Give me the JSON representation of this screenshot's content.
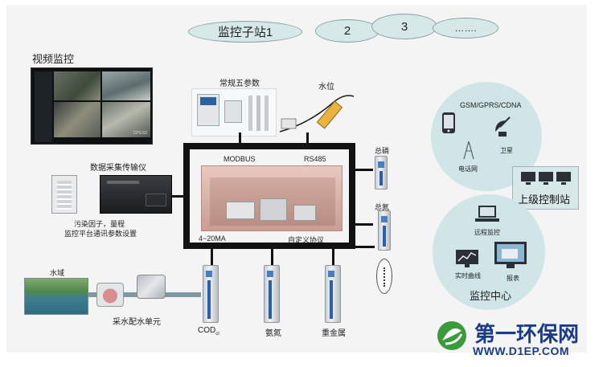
{
  "substations": [
    "监控子站1",
    "2",
    "3",
    "……."
  ],
  "video": {
    "title": "视频监控",
    "screen_tag": "CPS-03"
  },
  "sensors": {
    "params_label": "常规五参数",
    "water_level_label": "水位"
  },
  "protocols": {
    "modbus": "MODBUS",
    "rs485": "RS485",
    "analog": "4~20MA",
    "custom": "自定义协议"
  },
  "daq": {
    "title": "数据采集传输仪",
    "caption_line1": "污染因子，量程",
    "caption_line2": "监控平台通讯参数设置"
  },
  "right_analyzers": [
    "总磷",
    "总氮"
  ],
  "bottom_analyzers": [
    "COD",
    "氨氮",
    "重金属"
  ],
  "cod_subscript": "cr",
  "water": {
    "area_label": "水域",
    "unit_label": "采水配水单元"
  },
  "network": {
    "label": "GSM/GPRS/CDNA",
    "phone_label": "电话网",
    "satellite_label": "卫星",
    "upper_station": "上级控制站"
  },
  "center": {
    "title": "监控中心",
    "remote": "远程监控",
    "realtime": "实时曲线",
    "report": "报表"
  },
  "brand": {
    "cn": "第一环保网",
    "url": "WWW.D1EP.COM"
  },
  "colors": {
    "bus": "#111111",
    "oval_fill": "#d7e8e8",
    "circle_fill": "#cfe5e6",
    "brand_blue": "#1a3b8a",
    "brand_green": "#3a9a3c"
  }
}
